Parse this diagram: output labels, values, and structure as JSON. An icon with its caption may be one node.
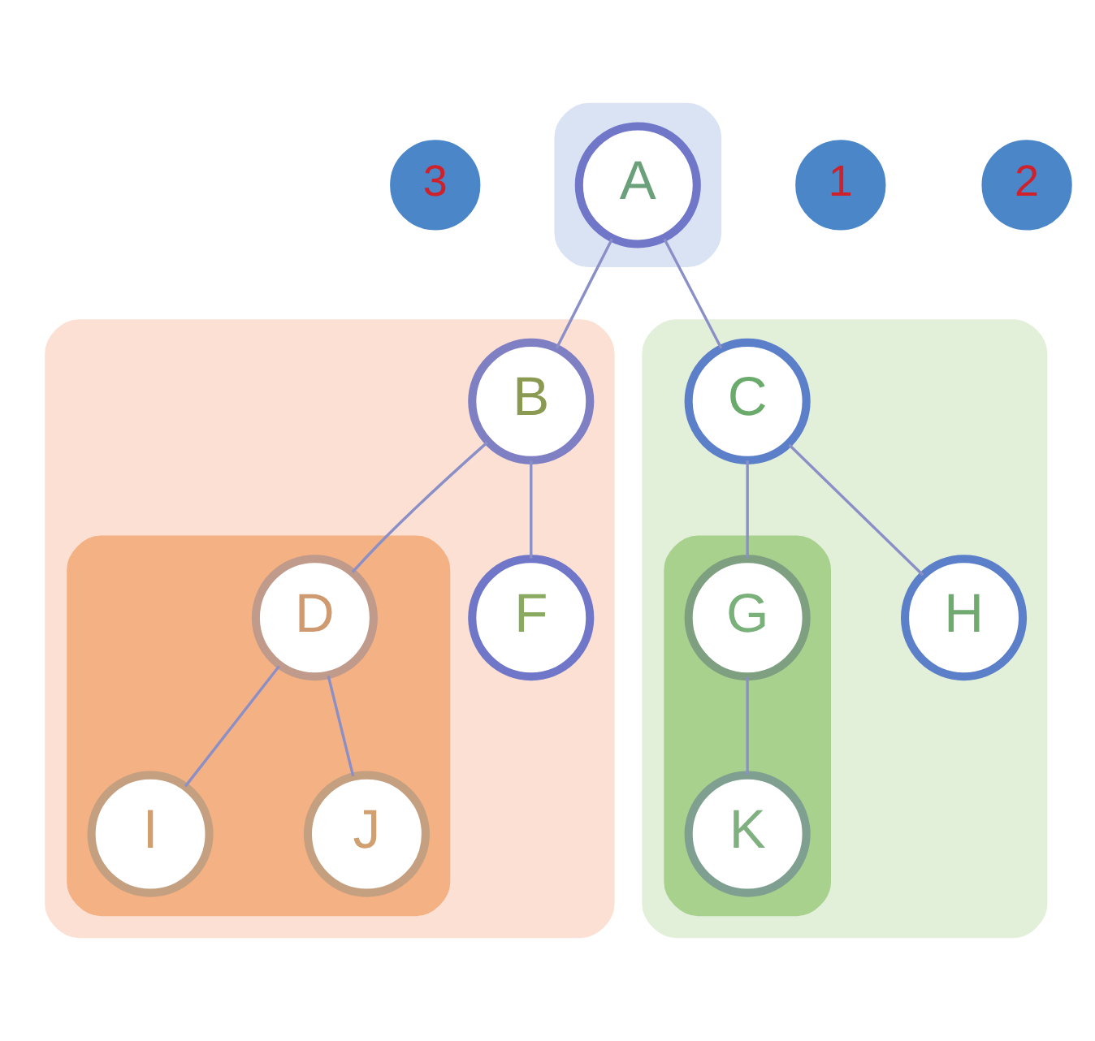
{
  "diagram": {
    "nodes": [
      {
        "text": [
          "3"
        ]
      },
      {
        "text": [],
        "shape": "ellipse"
      },
      {
        "text": [
          "A"
        ],
        "in": 1
      },
      {
        "text": [
          "1"
        ]
      },
      {
        "text": [
          "2"
        ]
      },
      {
        "text": [],
        "shape": "ellipse"
      },
      {
        "text": [
          "B"
        ],
        "in": 5
      },
      {
        "text": [],
        "shape": "ellipse"
      },
      {
        "text": [
          "C"
        ],
        "in": 7
      },
      {
        "text": [],
        "shape": "ellipse",
        "in": 5
      },
      {
        "text": [
          "D"
        ],
        "in": 9
      },
      {
        "text": [
          "F"
        ],
        "in": 5
      },
      {
        "text": [],
        "shape": "ellipse",
        "in": 7
      },
      {
        "text": [
          "G"
        ],
        "in": 12
      },
      {
        "text": [
          "H"
        ],
        "in": 7
      },
      {
        "text": [
          "I"
        ],
        "in": 9
      },
      {
        "text": [
          "J"
        ],
        "in": 9
      },
      {
        "text": [
          "K"
        ],
        "in": 12
      }
    ],
    "edges": [
      {
        "from": 2,
        "to": 6,
        "arrow": "none"
      },
      {
        "from": 2,
        "to": 8,
        "arrow": "none"
      },
      {
        "from": 6,
        "to": 10,
        "arrow": "none"
      },
      {
        "from": 6,
        "to": 11,
        "arrow": "none"
      },
      {
        "from": 8,
        "to": 13,
        "arrow": "none"
      },
      {
        "from": 8,
        "to": 14,
        "arrow": "none"
      },
      {
        "from": 10,
        "to": 15,
        "arrow": "none"
      },
      {
        "from": 10,
        "to": 16,
        "arrow": "none"
      },
      {
        "from": 13,
        "to": 17,
        "arrow": "none"
      }
    ]
  }
}
